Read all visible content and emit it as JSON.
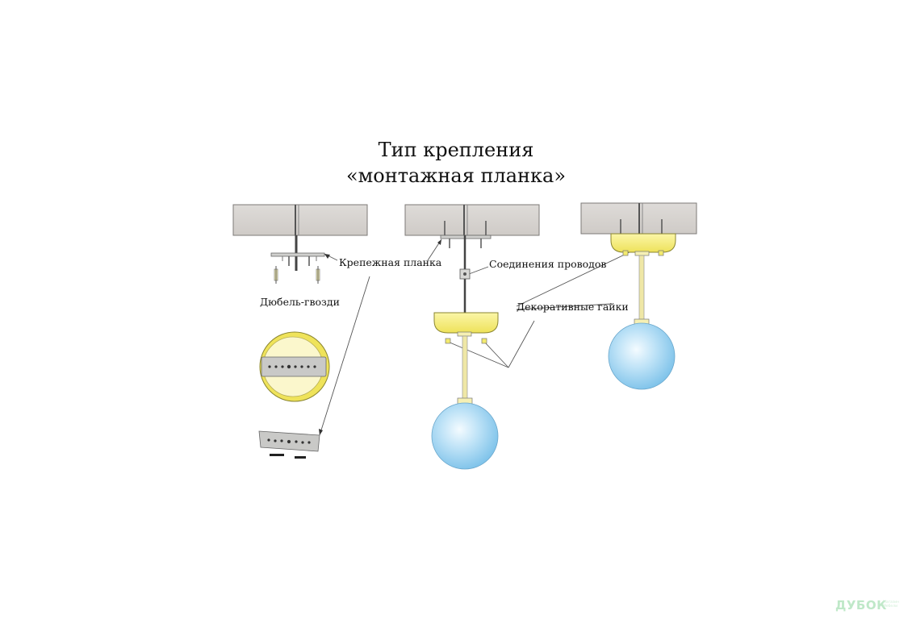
{
  "title": {
    "line1": "Тип крепления",
    "line2": "«монтажная планка»"
  },
  "labels": {
    "mounting_bar": "Крепежная планка",
    "dowel_nails": "Дюбель-гвозди",
    "wire_connections": "Соединения проводов",
    "decorative_nuts": "Декоративные гайки"
  },
  "logo": {
    "text": "ДУБОК",
    "tagline": "Магазин Мебели"
  },
  "colors": {
    "ceiling": "#d6d3d0",
    "ceiling_border": "#7d7a77",
    "canopy": "#f3ea6e",
    "globe_center": "#f4fbff",
    "globe_edge": "#7fc3ea",
    "rod": "#efe7a6",
    "bar": "#c9c9c7",
    "logo": "#bfe8c8"
  },
  "icons": [
    "mounting-bar-icon",
    "dowel-nail-icon",
    "wire-connector-icon",
    "decorative-nut-icon",
    "globe-lamp-icon",
    "canopy-icon"
  ]
}
